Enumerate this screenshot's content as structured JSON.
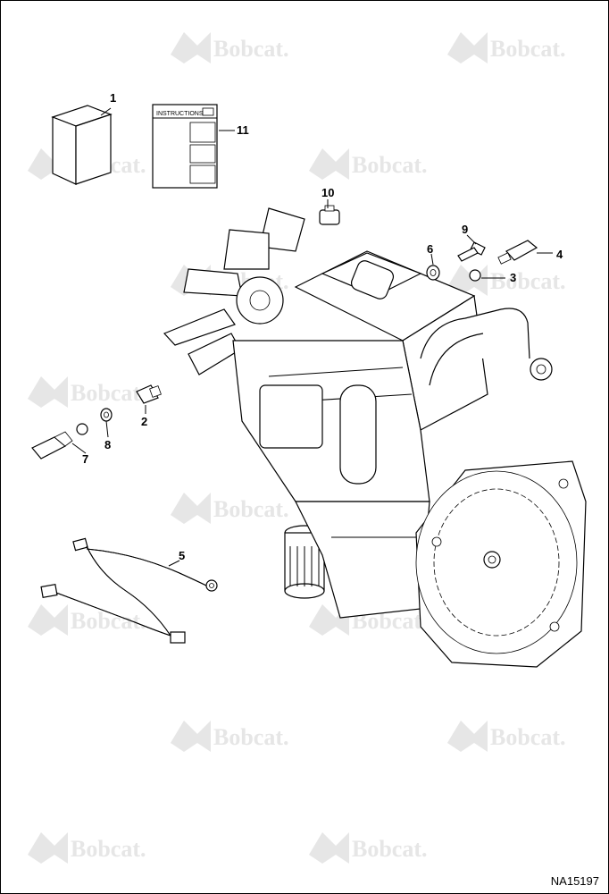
{
  "watermark": {
    "text": "Bobcat."
  },
  "callouts": {
    "c1": "1",
    "c2": "2",
    "c3": "3",
    "c4": "4",
    "c5": "5",
    "c6": "6",
    "c7": "7",
    "c8": "8",
    "c9": "9",
    "c10": "10",
    "c11": "11"
  },
  "instruction_sheet": {
    "title": "INSTRUCTIONS"
  },
  "drawing_id": "NA15197"
}
